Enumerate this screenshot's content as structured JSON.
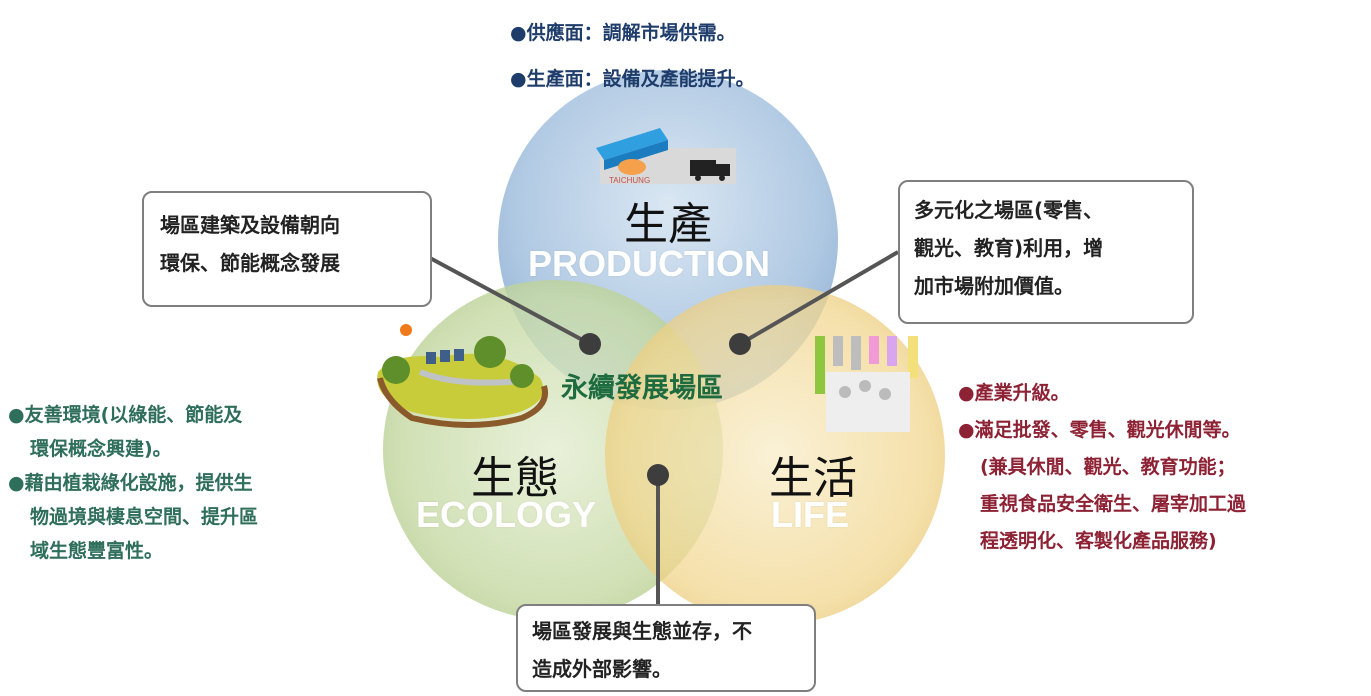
{
  "production_bullets": [
    "●供應面：調解市場供需。",
    "●生產面：設備及產能提升。"
  ],
  "circles": {
    "production": {
      "title": "生產",
      "subtitle": "PRODUCTION"
    },
    "ecology": {
      "title": "生態",
      "subtitle": "ECOLOGY"
    },
    "life": {
      "title": "生活",
      "subtitle": "LIFE"
    }
  },
  "center_label": "永續發展場區",
  "callouts": {
    "left": [
      "場區建築及設備朝向",
      "環保、節能概念發展"
    ],
    "right": [
      "多元化之場區(零售、",
      "觀光、教育)利用，增",
      "加市場附加價值。"
    ],
    "bottom": [
      "場區發展與生態並存，不",
      "造成外部影響。"
    ]
  },
  "ecology_text": [
    "●友善環境(以綠能、節能及",
    "環保概念興建)。",
    "●藉由植栽綠化設施，提供生",
    "物過境與棲息空間、提升區",
    "域生態豐富性。"
  ],
  "life_text": [
    "●產業升級。",
    "●滿足批發、零售、觀光休閒等。",
    "(兼具休閒、觀光、教育功能；",
    "重視食品安全衛生、屠宰加工過",
    "程透明化、客製化產品服務)"
  ],
  "image_label": "TAICHUNG",
  "colors": {
    "production_fill": "#a9c4e0",
    "ecology_fill": "#c6d9a4",
    "life_fill": "#f1d68e",
    "center_text": "#1e6b3f",
    "ecology_text": "#2e6e5a",
    "life_text": "#8e2235"
  }
}
